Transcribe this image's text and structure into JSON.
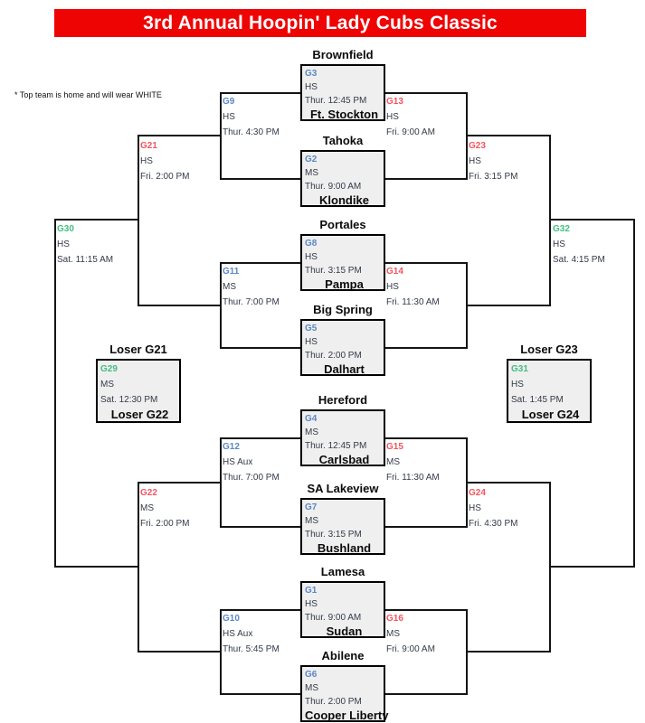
{
  "title": "3rd Annual Hoopin' Lady Cubs Classic",
  "note": "* Top team is home and will wear WHITE",
  "colors": {
    "banner": "#ef0404",
    "blue": "#5b87c5",
    "red": "#f4545e",
    "green": "#45bd84",
    "dark_text": "#333a47",
    "line": "#141414",
    "box_fill": "#efefef"
  },
  "matchups": [
    {
      "id": "G3",
      "venue": "HS",
      "time": "Thur. 12:45 PM",
      "top_team": "Brownfield",
      "bottom_team": "Ft. Stockton",
      "color": "blue"
    },
    {
      "id": "G2",
      "venue": "MS",
      "time": "Thur. 9:00 AM",
      "top_team": "Tahoka",
      "bottom_team": "Klondike",
      "color": "blue"
    },
    {
      "id": "G8",
      "venue": "HS",
      "time": "Thur. 3:15 PM",
      "top_team": "Portales",
      "bottom_team": "Pampa",
      "color": "blue"
    },
    {
      "id": "G5",
      "venue": "HS",
      "time": "Thur. 2:00 PM",
      "top_team": "Big Spring",
      "bottom_team": "Dalhart",
      "color": "blue"
    },
    {
      "id": "G4",
      "venue": "MS",
      "time": "Thur. 12:45 PM",
      "top_team": "Hereford",
      "bottom_team": "Carlsbad",
      "color": "blue"
    },
    {
      "id": "G7",
      "venue": "MS",
      "time": "Thur. 3:15 PM",
      "top_team": "SA Lakeview",
      "bottom_team": "Bushland",
      "color": "blue"
    },
    {
      "id": "G1",
      "venue": "HS",
      "time": "Thur. 9:00 AM",
      "top_team": "Lamesa",
      "bottom_team": "Sudan",
      "color": "blue"
    },
    {
      "id": "G6",
      "venue": "MS",
      "time": "Thur. 2:00 PM",
      "top_team": "Abilene",
      "bottom_team": "Cooper Liberty",
      "color": "blue"
    },
    {
      "id": "G29",
      "venue": "MS",
      "time": "Sat. 12:30 PM",
      "top_team": "Loser G21",
      "bottom_team": "Loser G22",
      "color": "green"
    },
    {
      "id": "G31",
      "venue": "HS",
      "time": "Sat. 1:45 PM",
      "top_team": "Loser G23",
      "bottom_team": "Loser G24",
      "color": "green"
    }
  ],
  "connectors": [
    {
      "id": "G9",
      "venue": "HS",
      "time": "Thur. 4:30 PM",
      "color": "blue"
    },
    {
      "id": "G11",
      "venue": "MS",
      "time": "Thur. 7:00 PM",
      "color": "blue"
    },
    {
      "id": "G12",
      "venue": "HS Aux",
      "time": "Thur. 7:00 PM",
      "color": "blue"
    },
    {
      "id": "G10",
      "venue": "HS Aux",
      "time": "Thur. 5:45 PM",
      "color": "blue"
    },
    {
      "id": "G13",
      "venue": "HS",
      "time": "Fri. 9:00 AM",
      "color": "red"
    },
    {
      "id": "G14",
      "venue": "HS",
      "time": "Fri. 11:30 AM",
      "color": "red"
    },
    {
      "id": "G15",
      "venue": "MS",
      "time": "Fri. 11:30 AM",
      "color": "red"
    },
    {
      "id": "G16",
      "venue": "MS",
      "time": "Fri. 9:00 AM",
      "color": "red"
    },
    {
      "id": "G21",
      "venue": "HS",
      "time": "Fri. 2:00 PM",
      "color": "red"
    },
    {
      "id": "G22",
      "venue": "MS",
      "time": "Fri. 2:00 PM",
      "color": "red"
    },
    {
      "id": "G23",
      "venue": "HS",
      "time": "Fri. 3:15 PM",
      "color": "red"
    },
    {
      "id": "G24",
      "venue": "HS",
      "time": "Fri. 4:30 PM",
      "color": "red"
    },
    {
      "id": "G30",
      "venue": "HS",
      "time": "Sat. 11:15 AM",
      "color": "green"
    },
    {
      "id": "G32",
      "venue": "HS",
      "time": "Sat. 4:15 PM",
      "color": "green"
    }
  ]
}
